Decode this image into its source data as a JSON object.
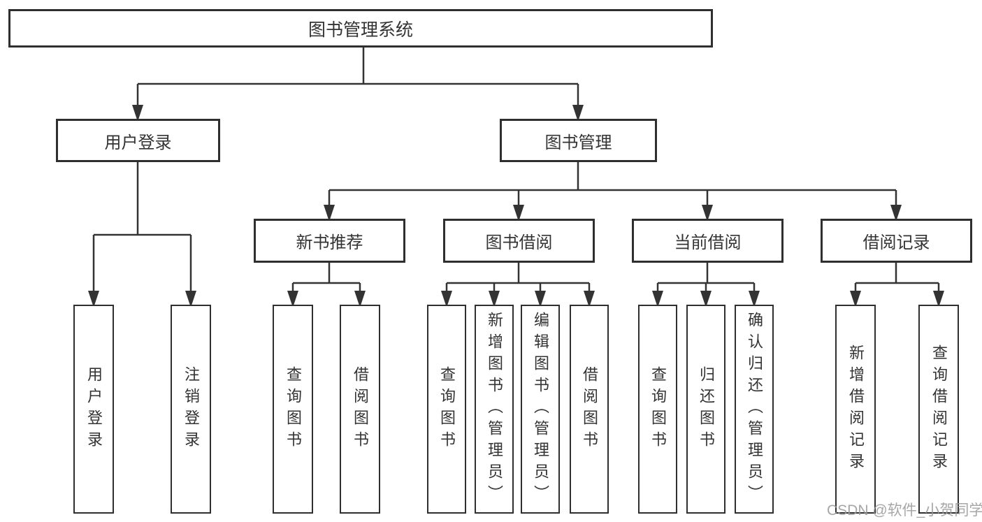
{
  "diagram": {
    "root": "图书管理系统",
    "branches": [
      {
        "label": "用户登录",
        "children": [
          {
            "label": "用户登录"
          },
          {
            "label": "注销登录"
          }
        ]
      },
      {
        "label": "图书管理",
        "sections": [
          {
            "label": "新书推荐",
            "children": [
              {
                "label": "查询图书"
              },
              {
                "label": "借阅图书"
              }
            ]
          },
          {
            "label": "图书借阅",
            "children": [
              {
                "label": "查询图书"
              },
              {
                "label": "新增图书（管理员）"
              },
              {
                "label": "编辑图书（管理员）"
              },
              {
                "label": "借阅图书"
              }
            ]
          },
          {
            "label": "当前借阅",
            "children": [
              {
                "label": "查询图书"
              },
              {
                "label": "归还图书"
              },
              {
                "label": "确认归还（管理员）"
              }
            ]
          },
          {
            "label": "借阅记录",
            "children": [
              {
                "label": "新增借阅记录"
              },
              {
                "label": "查询借阅记录"
              }
            ]
          }
        ]
      }
    ],
    "watermark": "CSDN @软件_小贺同学",
    "colors": {
      "line": "#333333",
      "box_border": "#2f2f2f",
      "text": "#333333",
      "watermark": "#9a9a9a",
      "background": "#ffffff"
    }
  }
}
